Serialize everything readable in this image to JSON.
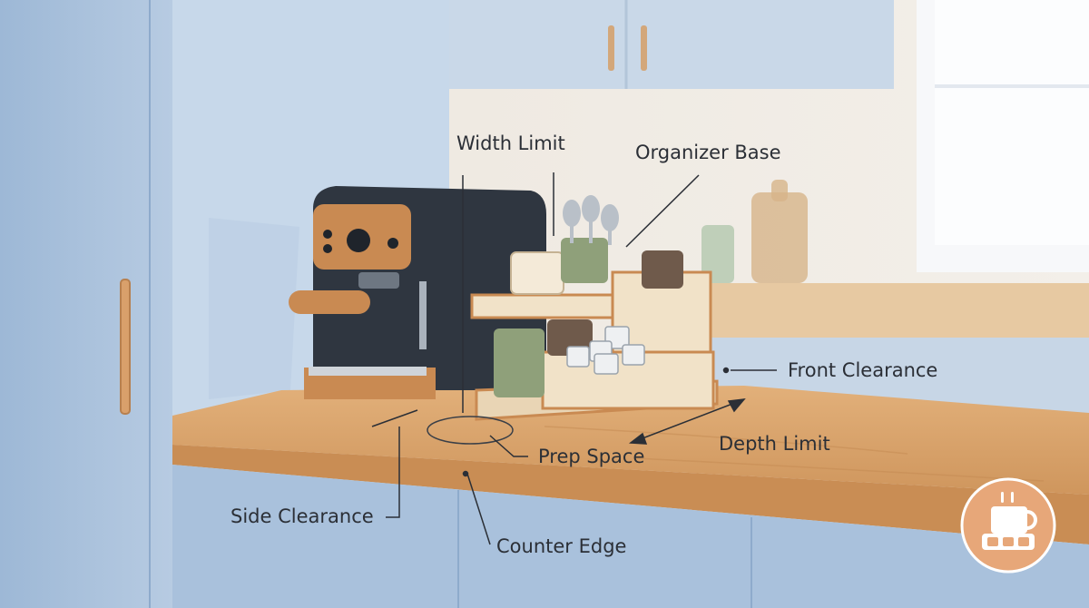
{
  "labels": {
    "width_limit": "Width Limit",
    "organizer_base": "Organizer Base",
    "front_clearance": "Front Clearance",
    "depth_limit": "Depth Limit",
    "prep_space": "Prep Space",
    "side_clearance": "Side Clearance",
    "counter_edge": "Counter Edge"
  },
  "colors": {
    "wall": "#e9e4dc",
    "cabinet_blue": "#a9c1dc",
    "countertop": "#d9a36a",
    "machine_body": "#2f3640",
    "wood_accent": "#c98a52",
    "cream": "#f1e2c8",
    "sage_green": "#8fa07a",
    "badge_bg": "#e7a779"
  },
  "icons": [
    "coffee-machine-icon",
    "mug-icon",
    "spoon-icon",
    "coffee-pod-icon",
    "cup-badge-icon"
  ]
}
